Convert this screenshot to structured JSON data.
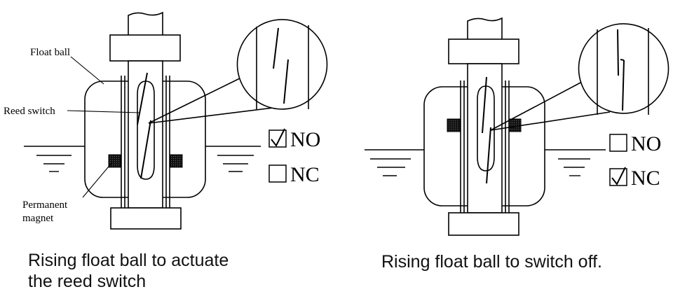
{
  "left": {
    "labels": {
      "float_ball": "Float ball",
      "reed_switch": "Reed switch",
      "permanent_magnet_line1": "Permanent",
      "permanent_magnet_line2": "magnet"
    },
    "options": [
      {
        "label": "NO",
        "checked": true
      },
      {
        "label": "NC",
        "checked": false
      }
    ],
    "caption_line1": "Rising float ball to actuate",
    "caption_line2": "the reed switch"
  },
  "right": {
    "options": [
      {
        "label": "NO",
        "checked": false
      },
      {
        "label": "NC",
        "checked": true
      }
    ],
    "caption": "Rising float ball to switch off."
  },
  "colors": {
    "line": "#000000",
    "magnet": "#1e1e1e",
    "background": "#ffffff"
  }
}
